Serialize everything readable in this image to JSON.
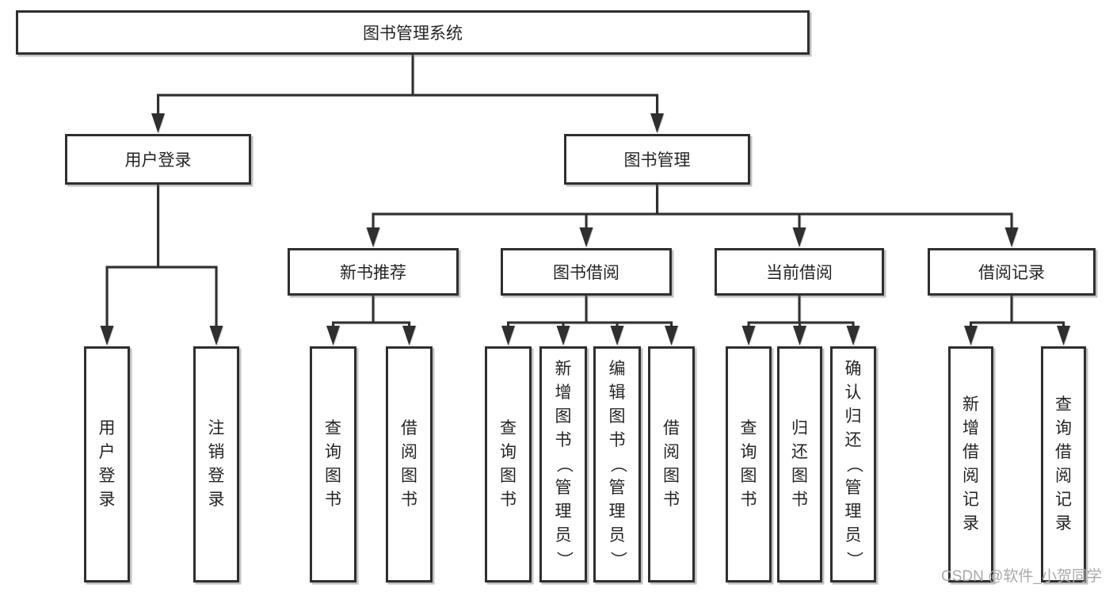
{
  "diagram": {
    "title": "图书管理系统",
    "watermark": "CSDN @软件_小贺同学",
    "colors": {
      "background": "#ffffff",
      "line": "#2f2f2f",
      "box_border": "#2f2f2f",
      "box_fill": "#ffffff",
      "text": "#252525",
      "watermark": "#a9a9a9"
    },
    "nodes": [
      {
        "id": "root",
        "label": "图书管理系统",
        "orientation": "horizontal"
      },
      {
        "id": "user-login",
        "label": "用户登录",
        "orientation": "horizontal"
      },
      {
        "id": "book-management",
        "label": "图书管理",
        "orientation": "horizontal"
      },
      {
        "id": "new-book-recommend",
        "label": "新书推荐",
        "orientation": "horizontal"
      },
      {
        "id": "book-borrowing",
        "label": "图书借阅",
        "orientation": "horizontal"
      },
      {
        "id": "current-borrowing",
        "label": "当前借阅",
        "orientation": "horizontal"
      },
      {
        "id": "borrowing-records",
        "label": "借阅记录",
        "orientation": "horizontal"
      },
      {
        "id": "leaf-user-login",
        "label": "用户登录",
        "orientation": "vertical"
      },
      {
        "id": "leaf-logout",
        "label": "注销登录",
        "orientation": "vertical"
      },
      {
        "id": "leaf-query-books-1",
        "label": "查询图书",
        "orientation": "vertical"
      },
      {
        "id": "leaf-borrow-books-1",
        "label": "借阅图书",
        "orientation": "vertical"
      },
      {
        "id": "leaf-query-books-2",
        "label": "查询图书",
        "orientation": "vertical"
      },
      {
        "id": "leaf-add-books",
        "label": "新增图书（管理员）",
        "orientation": "vertical"
      },
      {
        "id": "leaf-edit-books",
        "label": "编辑图书（管理员）",
        "orientation": "vertical"
      },
      {
        "id": "leaf-borrow-books-2",
        "label": "借阅图书",
        "orientation": "vertical"
      },
      {
        "id": "leaf-query-books-3",
        "label": "查询图书",
        "orientation": "vertical"
      },
      {
        "id": "leaf-return-books",
        "label": "归还图书",
        "orientation": "vertical"
      },
      {
        "id": "leaf-confirm-return",
        "label": "确认归还（管理员）",
        "orientation": "vertical"
      },
      {
        "id": "leaf-add-borrow-record",
        "label": "新增借阅记录",
        "orientation": "vertical"
      },
      {
        "id": "leaf-query-borrow-record",
        "label": "查询借阅记录",
        "orientation": "vertical"
      }
    ],
    "edges": [
      {
        "from": "root",
        "to": [
          "user-login",
          "book-management"
        ]
      },
      {
        "from": "user-login",
        "to": [
          "leaf-user-login",
          "leaf-logout"
        ]
      },
      {
        "from": "book-management",
        "to": [
          "new-book-recommend",
          "book-borrowing",
          "current-borrowing",
          "borrowing-records"
        ]
      },
      {
        "from": "new-book-recommend",
        "to": [
          "leaf-query-books-1",
          "leaf-borrow-books-1"
        ]
      },
      {
        "from": "book-borrowing",
        "to": [
          "leaf-query-books-2",
          "leaf-add-books",
          "leaf-edit-books",
          "leaf-borrow-books-2"
        ]
      },
      {
        "from": "current-borrowing",
        "to": [
          "leaf-query-books-3",
          "leaf-return-books",
          "leaf-confirm-return"
        ]
      },
      {
        "from": "borrowing-records",
        "to": [
          "leaf-add-borrow-record",
          "leaf-query-borrow-record"
        ]
      }
    ]
  }
}
